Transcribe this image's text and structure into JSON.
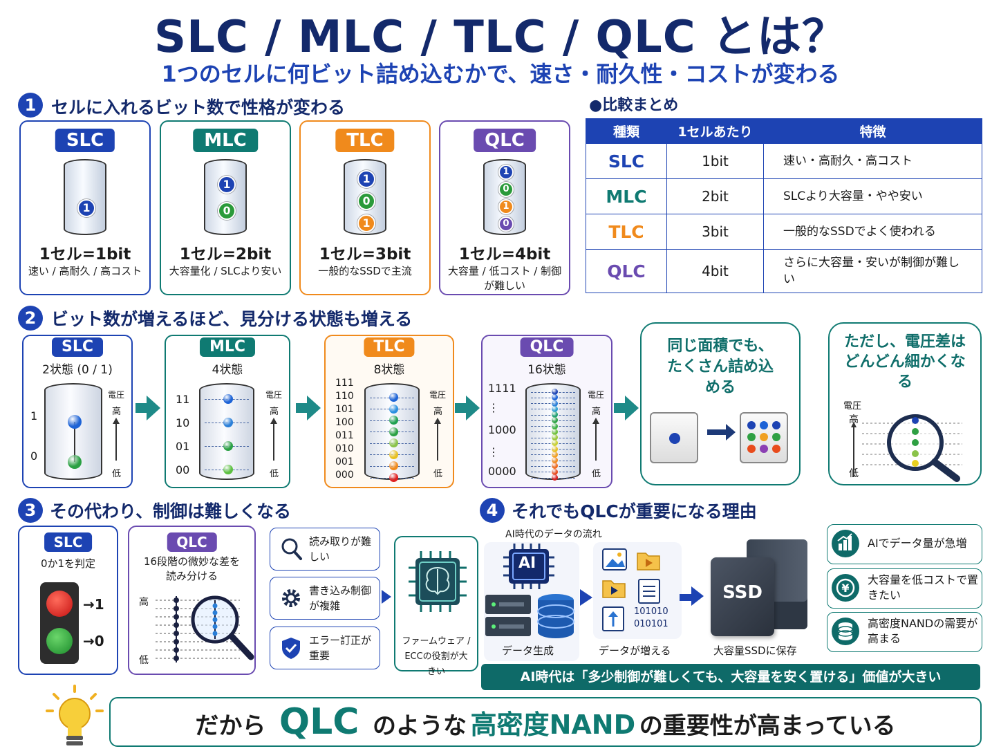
{
  "title": "SLC / MLC / TLC / QLC とは？",
  "subtitle": "1つのセルに何ビット詰め込むかで、速さ・耐久性・コストが変わる",
  "section1": {
    "num": "1",
    "heading": "セルに入れるビット数で性格が変わる",
    "cards": [
      {
        "name": "SLC",
        "color": "#1d43b3",
        "bits": [
          "1"
        ],
        "formula": "1セル=1bit",
        "desc": "速い / 高耐久 / 高コスト"
      },
      {
        "name": "MLC",
        "color": "#0f7a72",
        "bits": [
          "1",
          "0"
        ],
        "formula": "1セル=2bit",
        "desc": "大容量化 / SLCより安い"
      },
      {
        "name": "TLC",
        "color": "#f08a1c",
        "bits": [
          "1",
          "0",
          "1"
        ],
        "formula": "1セル=3bit",
        "desc": "一般的なSSDで主流"
      },
      {
        "name": "QLC",
        "color": "#6a4bb0",
        "bits": [
          "1",
          "0",
          "1",
          "0"
        ],
        "formula": "1セル=4bit",
        "desc": "大容量 / 低コスト / 制御が難しい"
      }
    ]
  },
  "comparison": {
    "heading": "●比較まとめ",
    "headers": [
      "種類",
      "1セルあたり",
      "特徴"
    ],
    "rows": [
      {
        "type": "SLC",
        "bits": "1bit",
        "feature": "速い・高耐久・高コスト",
        "color": "#1d43b3"
      },
      {
        "type": "MLC",
        "bits": "2bit",
        "feature": "SLCより大容量・やや安い",
        "color": "#0f7a72"
      },
      {
        "type": "TLC",
        "bits": "3bit",
        "feature": "一般的なSSDでよく使われる",
        "color": "#f08a1c"
      },
      {
        "type": "QLC",
        "bits": "4bit",
        "feature": "さらに大容量・安いが制御が難しい",
        "color": "#6a4bb0"
      }
    ]
  },
  "section2": {
    "num": "2",
    "heading": "ビット数が増えるほど、見分ける状態も増える",
    "voltage": "電圧",
    "high": "高",
    "low": "低",
    "cards": [
      {
        "name": "SLC",
        "states": "2状態 (0 / 1)",
        "labels": [
          "1",
          "0"
        ]
      },
      {
        "name": "MLC",
        "states": "4状態",
        "labels": [
          "11",
          "10",
          "01",
          "00"
        ]
      },
      {
        "name": "TLC",
        "states": "8状態",
        "labels": [
          "111",
          "110",
          "101",
          "100",
          "011",
          "010",
          "001",
          "000"
        ]
      },
      {
        "name": "QLC",
        "states": "16状態",
        "labels": [
          "1111",
          "⋮",
          "1000",
          "⋮",
          "0000"
        ]
      }
    ],
    "bubble1": "同じ面積でも、たくさん詰め込める",
    "bubble2": "ただし、電圧差はどんどん細かくなる"
  },
  "section3": {
    "num": "3",
    "heading": "その代わり、制御は難しくなる",
    "slc_label": "SLC",
    "slc_judge": "0か1を判定",
    "one": "→1",
    "zero": "→0",
    "qlc_label": "QLC",
    "qlc_desc": "16段階の微妙な差を読み分ける",
    "high": "高",
    "low": "低",
    "issues": [
      "読み取りが難しい",
      "書き込み制御が複雑",
      "エラー訂正が重要"
    ],
    "firmware": "ファームウェア / ECCの役割が大きい"
  },
  "section4": {
    "num": "4",
    "heading": "それでもQLCが重要になる理由",
    "flow_title": "AI時代のデータの流れ",
    "ai": "AI",
    "step1": "データ生成",
    "step2": "データが増える",
    "binary": "101010\n010101",
    "ssd": "SSD",
    "step3": "大容量SSDに保存",
    "reasons": [
      "AIでデータ量が急増",
      "大容量を低コストで置きたい",
      "高密度NANDの需要が高まる"
    ],
    "banner": "AI時代は「多少制御が難しくても、大容量を安く置ける」価値が大きい"
  },
  "conclusion": {
    "pre": "だから",
    "qlc": "QLC",
    "mid": "のような",
    "nand": "高密度NAND",
    "post": "の重要性が高まっている"
  }
}
